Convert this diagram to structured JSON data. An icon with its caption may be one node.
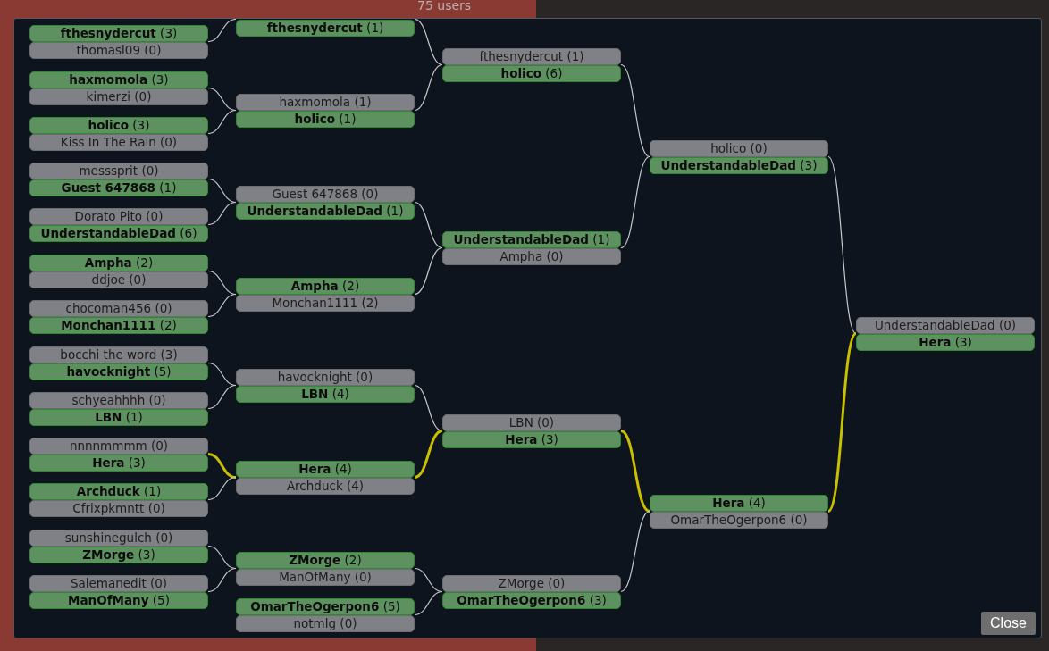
{
  "diagram": {
    "nodes": [
      {
        "text": [
          "**fthesnydercut** (3)",
          "thomasl09 (0)"
        ]
      },
      {
        "text": [
          "**haxmomola** (3)",
          "kimerzi (0)"
        ]
      },
      {
        "text": [
          "**holico** (3)",
          "Kiss In The Rain (0)"
        ]
      },
      {
        "text": [
          "messsprit (0)",
          "**Guest 647868** (1)"
        ]
      },
      {
        "text": [
          "Dorato Pito (0)",
          "**UnderstandableDad** (6)"
        ]
      },
      {
        "text": [
          "**Ampha** (2)",
          "ddjoe (0)"
        ]
      },
      {
        "text": [
          "chocoman456 (0)",
          "**Monchan1111** (2)"
        ]
      },
      {
        "text": [
          "bocchi the word (3)",
          "**havocknight** (5)"
        ]
      },
      {
        "text": [
          "schyeahhhh (0)",
          "**LBN** (1)"
        ]
      },
      {
        "text": [
          "nnnnmmmm (0)",
          "**Hera** (3)"
        ]
      },
      {
        "text": [
          "**Archduck** (1)",
          "Cfrixpkmntt (0)"
        ]
      },
      {
        "text": [
          "sunshinegulch (0)",
          "**ZMorge** (3)"
        ]
      },
      {
        "text": [
          "Salemanedit (0)",
          "**ManOfMany** (5)"
        ]
      },
      {
        "text": [
          "**fthesnydercut** (1)"
        ]
      },
      {
        "text": [
          "haxmomola (1)",
          "**holico** (1)"
        ]
      },
      {
        "text": [
          "Guest 647868 (0)",
          "**UnderstandableDad** (1)"
        ]
      },
      {
        "text": [
          "**Ampha** (2)",
          "Monchan1111 (2)"
        ]
      },
      {
        "text": [
          "havocknight (0)",
          "**LBN** (4)"
        ]
      },
      {
        "text": [
          "**Hera** (4)",
          "Archduck (4)"
        ]
      },
      {
        "text": [
          "**ZMorge** (2)",
          "ManOfMany (0)"
        ]
      },
      {
        "text": [
          "**OmarTheOgerpon6** (5)",
          "notmlg (0)"
        ]
      },
      {
        "text": [
          "fthesnydercut (1)",
          "**holico** (6)"
        ]
      },
      {
        "text": [
          "**UnderstandableDad** (1)",
          "Ampha (0)"
        ]
      },
      {
        "text": [
          "LBN (0)",
          "**Hera** (3)"
        ]
      },
      {
        "text": [
          "ZMorge (0)",
          "**OmarTheOgerpon6** (3)"
        ]
      },
      {
        "text": [
          "holico (0)",
          "**UnderstandableDad** (3)"
        ]
      },
      {
        "text": [
          "**Hera** (4)",
          "OmarTheOgerpon6 (0)"
        ]
      },
      {
        "text": [
          "UnderstandableDad (0)",
          "**Hera** (3)"
        ]
      }
    ],
    "edges": [
      {
        "from": 0,
        "to": 13,
        "arrow": "none"
      },
      {
        "from": 1,
        "to": 14,
        "arrow": "none"
      },
      {
        "from": 2,
        "to": 14,
        "arrow": "none"
      },
      {
        "from": 3,
        "to": 15,
        "arrow": "none"
      },
      {
        "from": 4,
        "to": 15,
        "arrow": "none"
      },
      {
        "from": 5,
        "to": 16,
        "arrow": "none"
      },
      {
        "from": 6,
        "to": 16,
        "arrow": "none"
      },
      {
        "from": 7,
        "to": 17,
        "arrow": "none"
      },
      {
        "from": 8,
        "to": 17,
        "arrow": "none"
      },
      {
        "from": 9,
        "to": 18,
        "arrow": "none",
        "style": "thick",
        "color": "#c8c000"
      },
      {
        "from": 10,
        "to": 18,
        "arrow": "none"
      },
      {
        "from": 11,
        "to": 19,
        "arrow": "none"
      },
      {
        "from": 12,
        "to": 19,
        "arrow": "none"
      },
      {
        "from": 13,
        "to": 21,
        "arrow": "none"
      },
      {
        "from": 14,
        "to": 21,
        "arrow": "none"
      },
      {
        "from": 15,
        "to": 22,
        "arrow": "none"
      },
      {
        "from": 16,
        "to": 22,
        "arrow": "none"
      },
      {
        "from": 17,
        "to": 23,
        "arrow": "none"
      },
      {
        "from": 18,
        "to": 23,
        "arrow": "none",
        "style": "thick",
        "color": "#c8c000"
      },
      {
        "from": 19,
        "to": 24,
        "arrow": "none"
      },
      {
        "from": 20,
        "to": 24,
        "arrow": "none"
      },
      {
        "from": 21,
        "to": 25,
        "arrow": "none"
      },
      {
        "from": 22,
        "to": 25,
        "arrow": "none"
      },
      {
        "from": 23,
        "to": 26,
        "arrow": "none",
        "style": "thick",
        "color": "#c8c000"
      },
      {
        "from": 24,
        "to": 26,
        "arrow": "none"
      },
      {
        "from": 25,
        "to": 27,
        "arrow": "none"
      },
      {
        "from": 26,
        "to": 27,
        "arrow": "none",
        "style": "thick",
        "color": "#c8c000"
      }
    ],
    "labels": [
      "75 users",
      "Close"
    ]
  }
}
